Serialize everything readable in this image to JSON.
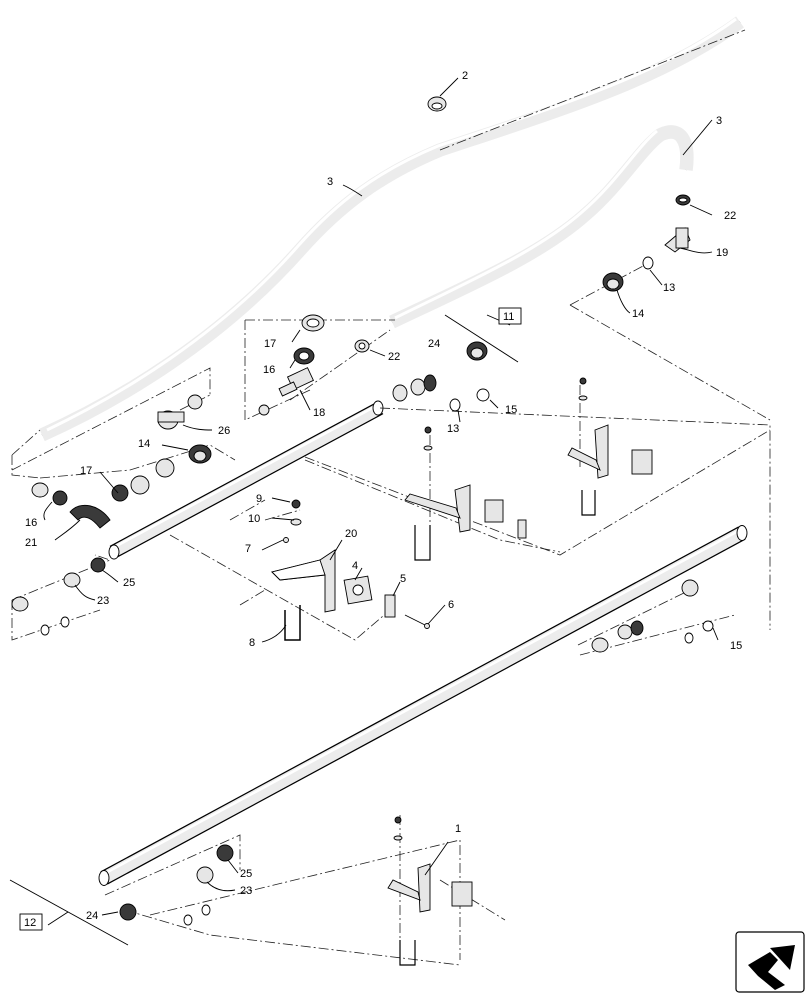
{
  "callouts": {
    "c1": "1",
    "c2": "2",
    "c3a": "3",
    "c3b": "3",
    "c4": "4",
    "c5": "5",
    "c6": "6",
    "c7": "7",
    "c8": "8",
    "c9": "9",
    "c10": "10",
    "c11": "11",
    "c12": "12",
    "c13a": "13",
    "c13b": "13",
    "c14a": "14",
    "c14b": "14",
    "c15a": "15",
    "c15b": "15",
    "c16a": "16",
    "c16b": "16",
    "c17a": "17",
    "c17b": "17",
    "c18": "18",
    "c19": "19",
    "c20": "20",
    "c21": "21",
    "c22a": "22",
    "c22b": "22",
    "c23a": "23",
    "c23b": "23",
    "c24a": "24",
    "c24b": "24",
    "c25a": "25",
    "c25b": "25",
    "c26": "26"
  },
  "icons": {
    "nav": "forward-arrow-icon"
  }
}
